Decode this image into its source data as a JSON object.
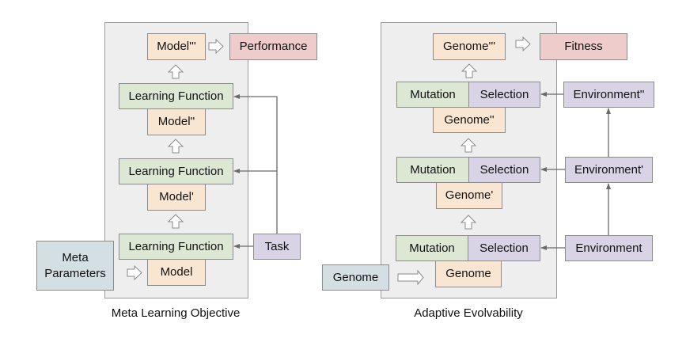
{
  "left_diagram": {
    "caption": "Meta Learning Objective",
    "meta_parameters": "Meta\nParameters",
    "meta_parameters_lines": [
      "Meta",
      "Parameters"
    ],
    "task": "Task",
    "output": "Performance",
    "stages": [
      {
        "function": "Learning Function",
        "model": "Model"
      },
      {
        "function": "Learning Function",
        "model": "Model'"
      },
      {
        "function": "Learning Function",
        "model": "Model''"
      }
    ],
    "final_model": "Model'''"
  },
  "right_diagram": {
    "caption": "Adaptive Evolvability",
    "input_genome": "Genome",
    "output": "Fitness",
    "stages": [
      {
        "mutation": "Mutation",
        "selection": "Selection",
        "genome": "Genome",
        "environment": "Environment"
      },
      {
        "mutation": "Mutation",
        "selection": "Selection",
        "genome": "Genome'",
        "environment": "Environment'"
      },
      {
        "mutation": "Mutation",
        "selection": "Selection",
        "genome": "Genome''",
        "environment": "Environment''"
      }
    ],
    "final_genome": "Genome'''"
  },
  "colors": {
    "panel": "#eeeeee",
    "model": "#f9e6d2",
    "function": "#dde8d4",
    "selection": "#d9d3e6",
    "output": "#eecccc",
    "input": "#d3dfe3",
    "connector": "#6a6a6a"
  }
}
